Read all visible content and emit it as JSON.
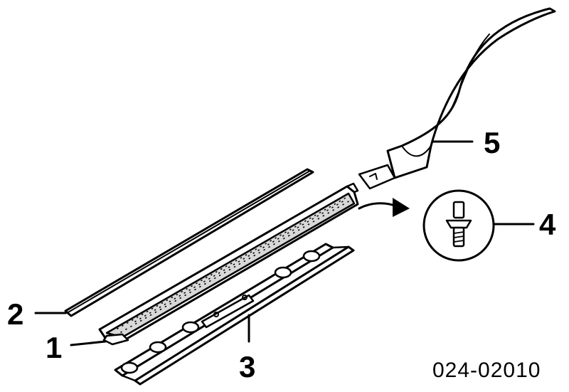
{
  "callouts": {
    "c1": "1",
    "c2": "2",
    "c3": "3",
    "c4": "4",
    "c5": "5"
  },
  "reference_code": "024-02010",
  "parts": [
    {
      "callout": "1",
      "icon": "sill-trim-strip"
    },
    {
      "callout": "2",
      "icon": "sill-seal-strip"
    },
    {
      "callout": "3",
      "icon": "mounting-rail-with-clips"
    },
    {
      "callout": "4",
      "icon": "rivet-fastener-detail"
    },
    {
      "callout": "5",
      "icon": "pillar-trim-panel"
    }
  ],
  "colors": {
    "ink": "#000000",
    "background": "#ffffff",
    "panel_shade": "#d8d8d8"
  }
}
